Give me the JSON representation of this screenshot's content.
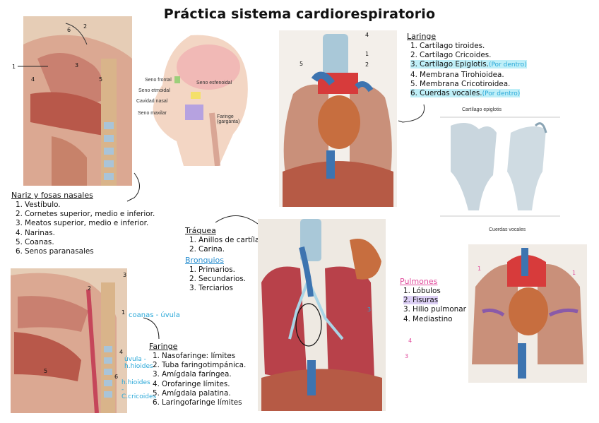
{
  "title": "Práctica sistema cardiorespiratorio",
  "nariz": {
    "heading": "Nariz y fosas nasales",
    "items": [
      {
        "n": "1.",
        "t": "Vestíbulo."
      },
      {
        "n": "2.",
        "t": "Cornetes superior, medio e inferior."
      },
      {
        "n": "3.",
        "t": "Meatos superior, medio e inferior."
      },
      {
        "n": "4.",
        "t": "Narinas."
      },
      {
        "n": "5.",
        "t": "Coanas."
      },
      {
        "n": "6.",
        "t": "Senos paranasales"
      }
    ]
  },
  "sinus_figure": {
    "labels": [
      "Seno frontal",
      "Seno etmoidal",
      "Cavidad nasal",
      "Seno maxilar",
      "Seno esfenoidal",
      "Faringe (garganta)"
    ]
  },
  "laringe": {
    "heading": "Laringe",
    "items": [
      {
        "n": "1.",
        "t": "Cartílago tiroides.",
        "note": ""
      },
      {
        "n": "2.",
        "t": "Cartílago Cricoides.",
        "note": ""
      },
      {
        "n": "3.",
        "t": "Cartílago Epiglotis.",
        "note": "(Por dentro)"
      },
      {
        "n": "4.",
        "t": "Membrana Tirohioidea.",
        "note": ""
      },
      {
        "n": "5.",
        "t": "Membrana Cricotiroidea.",
        "note": ""
      },
      {
        "n": "6.",
        "t": "Cuerdas vocales.",
        "note": "(Por dentro)"
      }
    ]
  },
  "epiglotis_figure": {
    "top_label": "Cartílago epiglotis",
    "bottom_label": "Cuerdas vocales"
  },
  "traquea": {
    "heading": "Tráquea",
    "items": [
      {
        "n": "1.",
        "t": "Anillos de cartílago."
      },
      {
        "n": "2.",
        "t": "Carina."
      }
    ]
  },
  "bronquios": {
    "heading": "Bronquios",
    "items": [
      {
        "n": "1.",
        "t": "Primarios."
      },
      {
        "n": "2.",
        "t": "Secundarios."
      },
      {
        "n": "3.",
        "t": "Terciarios"
      }
    ]
  },
  "faringe": {
    "heading": "Faringe",
    "items": [
      {
        "n": "1.",
        "t": "Nasofaringe: límites"
      },
      {
        "n": "2.",
        "t": "Tuba faringotimpánica."
      },
      {
        "n": "3.",
        "t": "Amígdala faríngea."
      },
      {
        "n": "4.",
        "t": "Orofaringe límites."
      },
      {
        "n": "5.",
        "t": "Amígdala palatina."
      },
      {
        "n": "6.",
        "t": "Laringofaringe límites"
      }
    ],
    "notes": [
      "coanas - úvula",
      "úvula - h.hioides",
      "h.hioides - C.cricoides"
    ]
  },
  "pulmones": {
    "heading": "Pulmones",
    "items": [
      {
        "n": "1.",
        "t": "Lóbulos"
      },
      {
        "n": "2.",
        "t": "Fisuras"
      },
      {
        "n": "3.",
        "t": "Hilio pulmonar"
      },
      {
        "n": "4.",
        "t": "Mediastino"
      }
    ]
  },
  "colors": {
    "cyan_highlight": "#bfeff8",
    "purple_highlight": "#dccff5",
    "cyan_ink": "#2aa8d8",
    "pink_ink": "#e0499b"
  }
}
